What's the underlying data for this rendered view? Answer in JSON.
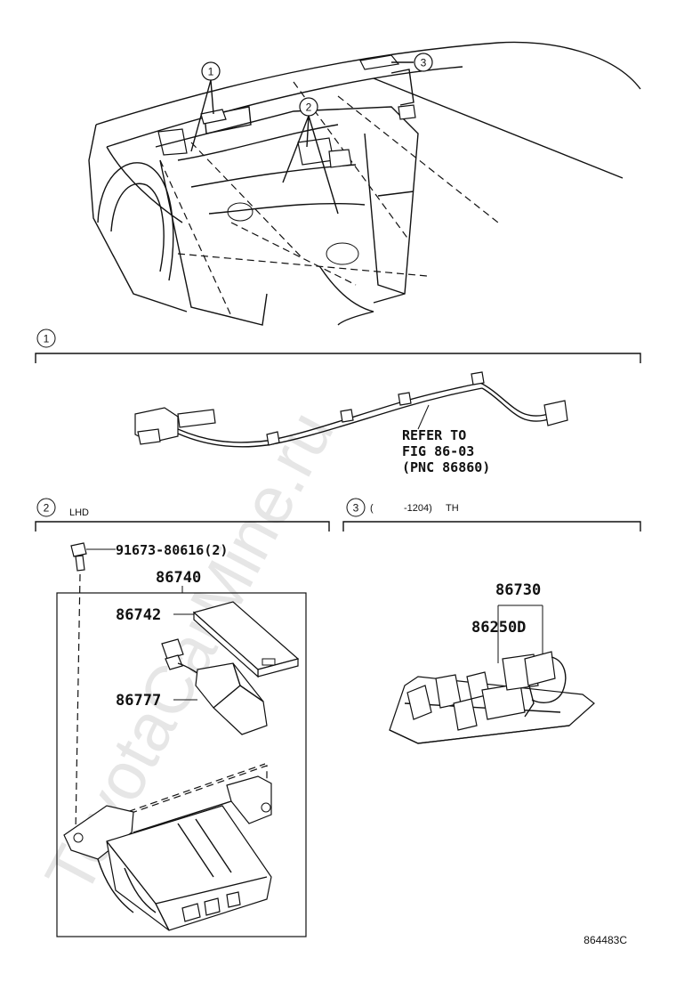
{
  "watermark": "ToyotaCarMine.ru",
  "overview": {
    "callouts": [
      "1",
      "2",
      "3"
    ]
  },
  "section1": {
    "number": "1",
    "refer_text": [
      "REFER TO",
      "FIG 86-03",
      "(PNC 86860)"
    ]
  },
  "section2": {
    "number": "2",
    "title": "LHD",
    "parts": {
      "bolt": "91673-80616(2)",
      "assembly": "86740",
      "cover": "86742",
      "connector": "86777"
    }
  },
  "section3": {
    "number": "3",
    "paren_open": "(",
    "range": "-1204)",
    "title": "TH",
    "parts": {
      "top": "86730",
      "sub": "86250D"
    }
  },
  "figure_code": "864483C"
}
